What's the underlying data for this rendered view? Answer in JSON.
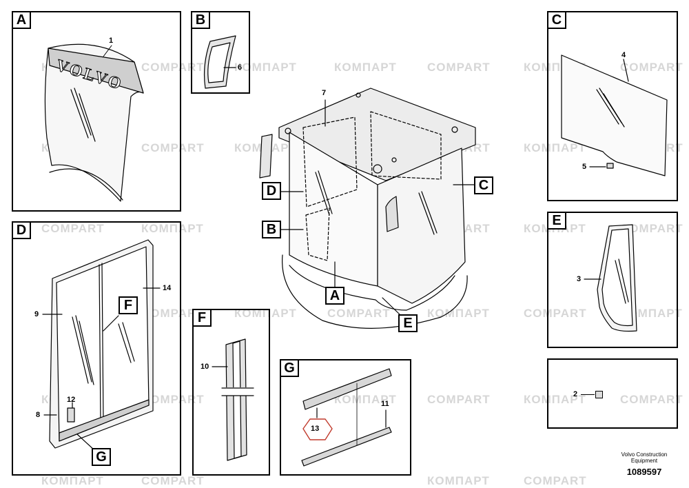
{
  "watermark": {
    "ru": "КОМПАРТ",
    "en": "COMPART"
  },
  "panels": {
    "a": {
      "tag": "A",
      "part": "1",
      "brand": "VOLVO"
    },
    "b": {
      "tag": "B",
      "part": "6"
    },
    "c": {
      "tag": "C",
      "parts": [
        "4",
        "5"
      ]
    },
    "d": {
      "tag": "D",
      "parts": [
        "9",
        "14",
        "12",
        "8"
      ],
      "sub_f": "F",
      "sub_g": "G"
    },
    "e": {
      "tag": "E",
      "part": "3"
    },
    "f": {
      "tag": "F",
      "part": "10"
    },
    "g": {
      "tag": "G",
      "parts": [
        "13",
        "11"
      ]
    },
    "small": {
      "part": "2"
    }
  },
  "center": {
    "part": "7",
    "callouts": [
      "A",
      "B",
      "C",
      "D",
      "E"
    ]
  },
  "footer": {
    "company": "Volvo Construction",
    "sub": "Equipment",
    "code": "1089597"
  }
}
